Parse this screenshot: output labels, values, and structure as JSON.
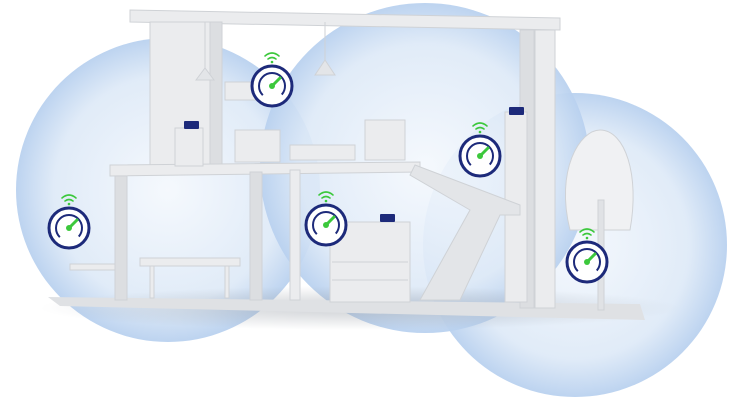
{
  "colors": {
    "bubble": "#c9dcf3",
    "bubble_edge": "#a9c6ea",
    "house": "#e9eaec",
    "house_shade": "#cfd2d6",
    "icon_ring": "#1d2a7a",
    "icon_accent": "#3cc83c",
    "router": "#1d2a7a"
  },
  "coverage_bubbles": [
    "left",
    "center",
    "right"
  ],
  "speed_icons": [
    "left-wall",
    "upper-floor",
    "stair-tower",
    "ground-floor",
    "garden-tree"
  ],
  "routers": [
    "upper-floor",
    "stair-tower",
    "dresser"
  ]
}
